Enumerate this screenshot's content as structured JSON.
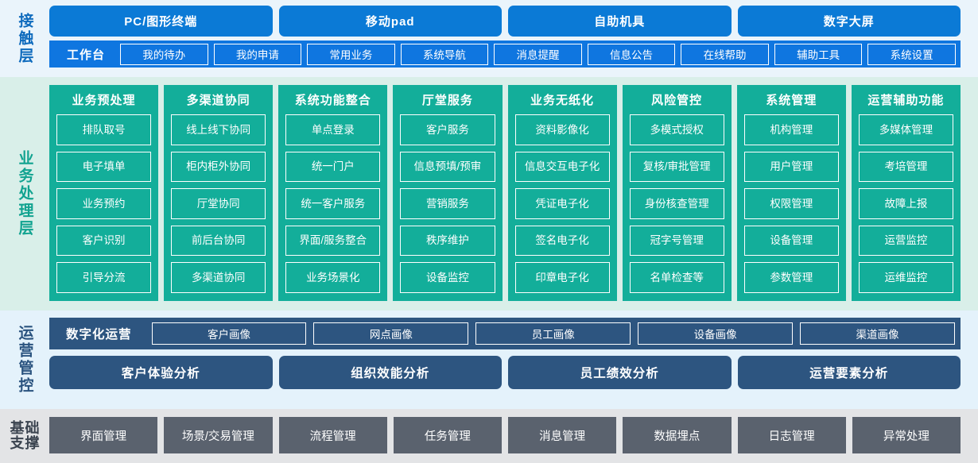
{
  "layers": {
    "access": {
      "label": "接触层",
      "channels": [
        "PC/图形终端",
        "移动pad",
        "自助机具",
        "数字大屏"
      ],
      "workbench_title": "工作台",
      "workbench_items": [
        "我的待办",
        "我的申请",
        "常用业务",
        "系统导航",
        "消息提醒",
        "信息公告",
        "在线帮助",
        "辅助工具",
        "系统设置"
      ]
    },
    "business": {
      "label": "业务处理层",
      "columns": [
        {
          "title": "业务预处理",
          "items": [
            "排队取号",
            "电子填单",
            "业务预约",
            "客户识别",
            "引导分流"
          ]
        },
        {
          "title": "多渠道协同",
          "items": [
            "线上线下协同",
            "柜内柜外协同",
            "厅堂协同",
            "前后台协同",
            "多渠道协同"
          ]
        },
        {
          "title": "系统功能整合",
          "items": [
            "单点登录",
            "统一门户",
            "统一客户服务",
            "界面/服务整合",
            "业务场景化"
          ]
        },
        {
          "title": "厅堂服务",
          "items": [
            "客户服务",
            "信息预填/预审",
            "营销服务",
            "秩序维护",
            "设备监控"
          ]
        },
        {
          "title": "业务无纸化",
          "items": [
            "资料影像化",
            "信息交互电子化",
            "凭证电子化",
            "签名电子化",
            "印章电子化"
          ]
        },
        {
          "title": "风险管控",
          "items": [
            "多模式授权",
            "复核/审批管理",
            "身份核查管理",
            "冠字号管理",
            "名单检查等"
          ]
        },
        {
          "title": "系统管理",
          "items": [
            "机构管理",
            "用户管理",
            "权限管理",
            "设备管理",
            "参数管理"
          ]
        },
        {
          "title": "运营辅助功能",
          "items": [
            "多媒体管理",
            "考培管理",
            "故障上报",
            "运营监控",
            "运维监控"
          ]
        }
      ]
    },
    "operations": {
      "label": "运营管控",
      "portrait_title": "数字化运营",
      "portrait_items": [
        "客户画像",
        "网点画像",
        "员工画像",
        "设备画像",
        "渠道画像"
      ],
      "analysis_items": [
        "客户体验分析",
        "组织效能分析",
        "员工绩效分析",
        "运营要素分析"
      ]
    },
    "foundation": {
      "label": "基础支撑",
      "label_chars": [
        "基",
        "础",
        "支",
        "撑"
      ],
      "items": [
        "界面管理",
        "场景/交易管理",
        "流程管理",
        "任务管理",
        "消息管理",
        "数据埋点",
        "日志管理",
        "异常处理"
      ]
    }
  },
  "colors": {
    "access_bg": "#eaf4fb",
    "access_tile": "#0b7ad6",
    "access_bar": "#0f76e0",
    "access_label": "#0f6bbd",
    "business_bg": "#d9efe9",
    "business_card": "#13ae9a",
    "business_label": "#11a390",
    "operations_bg": "#e4f2fb",
    "operations_block": "#2d5580",
    "operations_label": "#2a537f",
    "foundation_bg": "#e3e4e6",
    "foundation_item": "#5a626e",
    "foundation_label": "#3b4450"
  }
}
